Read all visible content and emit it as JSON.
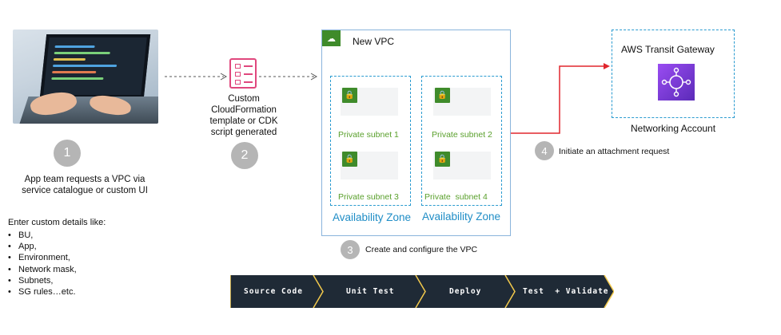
{
  "step1": {
    "number": "1",
    "text": [
      "App team requests a VPC via",
      "service catalogue or custom UI"
    ]
  },
  "details": {
    "title": "Enter custom details like:",
    "items": [
      "BU,",
      "App,",
      "Environment,",
      "Network mask,",
      "Subnets,",
      "SG rules…etc."
    ]
  },
  "step2": {
    "number": "2",
    "text": [
      "Custom",
      "CloudFormation",
      "template or CDK",
      "script generated"
    ]
  },
  "vpc": {
    "title": "New VPC",
    "subnets": [
      "Private subnet 1",
      "Private subnet 2",
      "Private subnet 3",
      "Private  subnet 4"
    ],
    "az_labels": [
      "Availability Zone",
      "Availability Zone"
    ]
  },
  "step3": {
    "number": "3",
    "text": "Create and configure the VPC"
  },
  "step4": {
    "number": "4",
    "text": "Initiate an attachment request"
  },
  "tgw": {
    "title": "AWS Transit Gateway",
    "account": "Networking Account"
  },
  "pipeline": [
    "Source Code",
    "Unit Test",
    "Deploy",
    "Test  + Validate"
  ],
  "colors": {
    "vpc_green": "#3f8b2b",
    "subnet_text": "#5aa02c",
    "az_blue": "#1f8dc6",
    "connector_red": "#e0262d",
    "cfn_pink": "#e0477d",
    "tgw_purple": "#8c45e6",
    "pipeline_bg": "#1f2a36",
    "pipeline_accent": "#f2c94c"
  },
  "icons": [
    "laptop-photo",
    "cloudformation-template-icon",
    "vpc-cloud-icon",
    "padlock-icon",
    "transit-gateway-icon"
  ]
}
